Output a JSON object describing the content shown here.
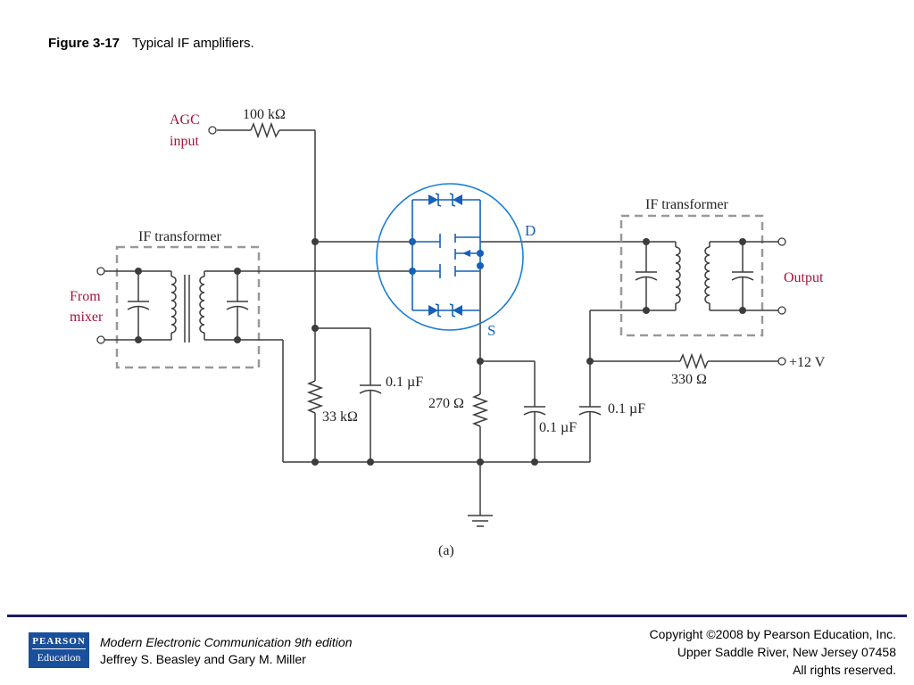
{
  "figure": {
    "number": "Figure 3-17",
    "caption": "Typical IF amplifiers."
  },
  "diagram": {
    "agc_label_line1": "AGC",
    "agc_label_line2": "input",
    "r_agc": "100 kΩ",
    "if_transformer_left": "IF transformer",
    "if_transformer_right": "IF transformer",
    "from_mixer_line1": "From",
    "from_mixer_line2": "mixer",
    "drain_label": "D",
    "source_label": "S",
    "output_label": "Output",
    "supply_label": "+12 V",
    "r_supply": "330 Ω",
    "c_gate_bypass": "0.1 µF",
    "r_gate": "33 kΩ",
    "r_source": "270 Ω",
    "c_source": "0.1 µF",
    "c_supply": "0.1 µF",
    "subfigure": "(a)",
    "colors": {
      "wire": "#3c3c3c",
      "mosfet_outline": "#1a7fd6",
      "mosfet_fill": "#1560b8",
      "red_label": "#a3143a",
      "dash": "#999999"
    }
  },
  "footer": {
    "publisher_logo_line1": "PEARSON",
    "publisher_logo_line2": "Education",
    "book_title": "Modern Electronic Communication 9th edition",
    "authors": "Jeffrey S. Beasley and Gary M. Miller",
    "copyright_line1": "Copyright ©2008 by Pearson Education, Inc.",
    "copyright_line2": "Upper Saddle River, New Jersey 07458",
    "copyright_line3": "All rights reserved."
  }
}
